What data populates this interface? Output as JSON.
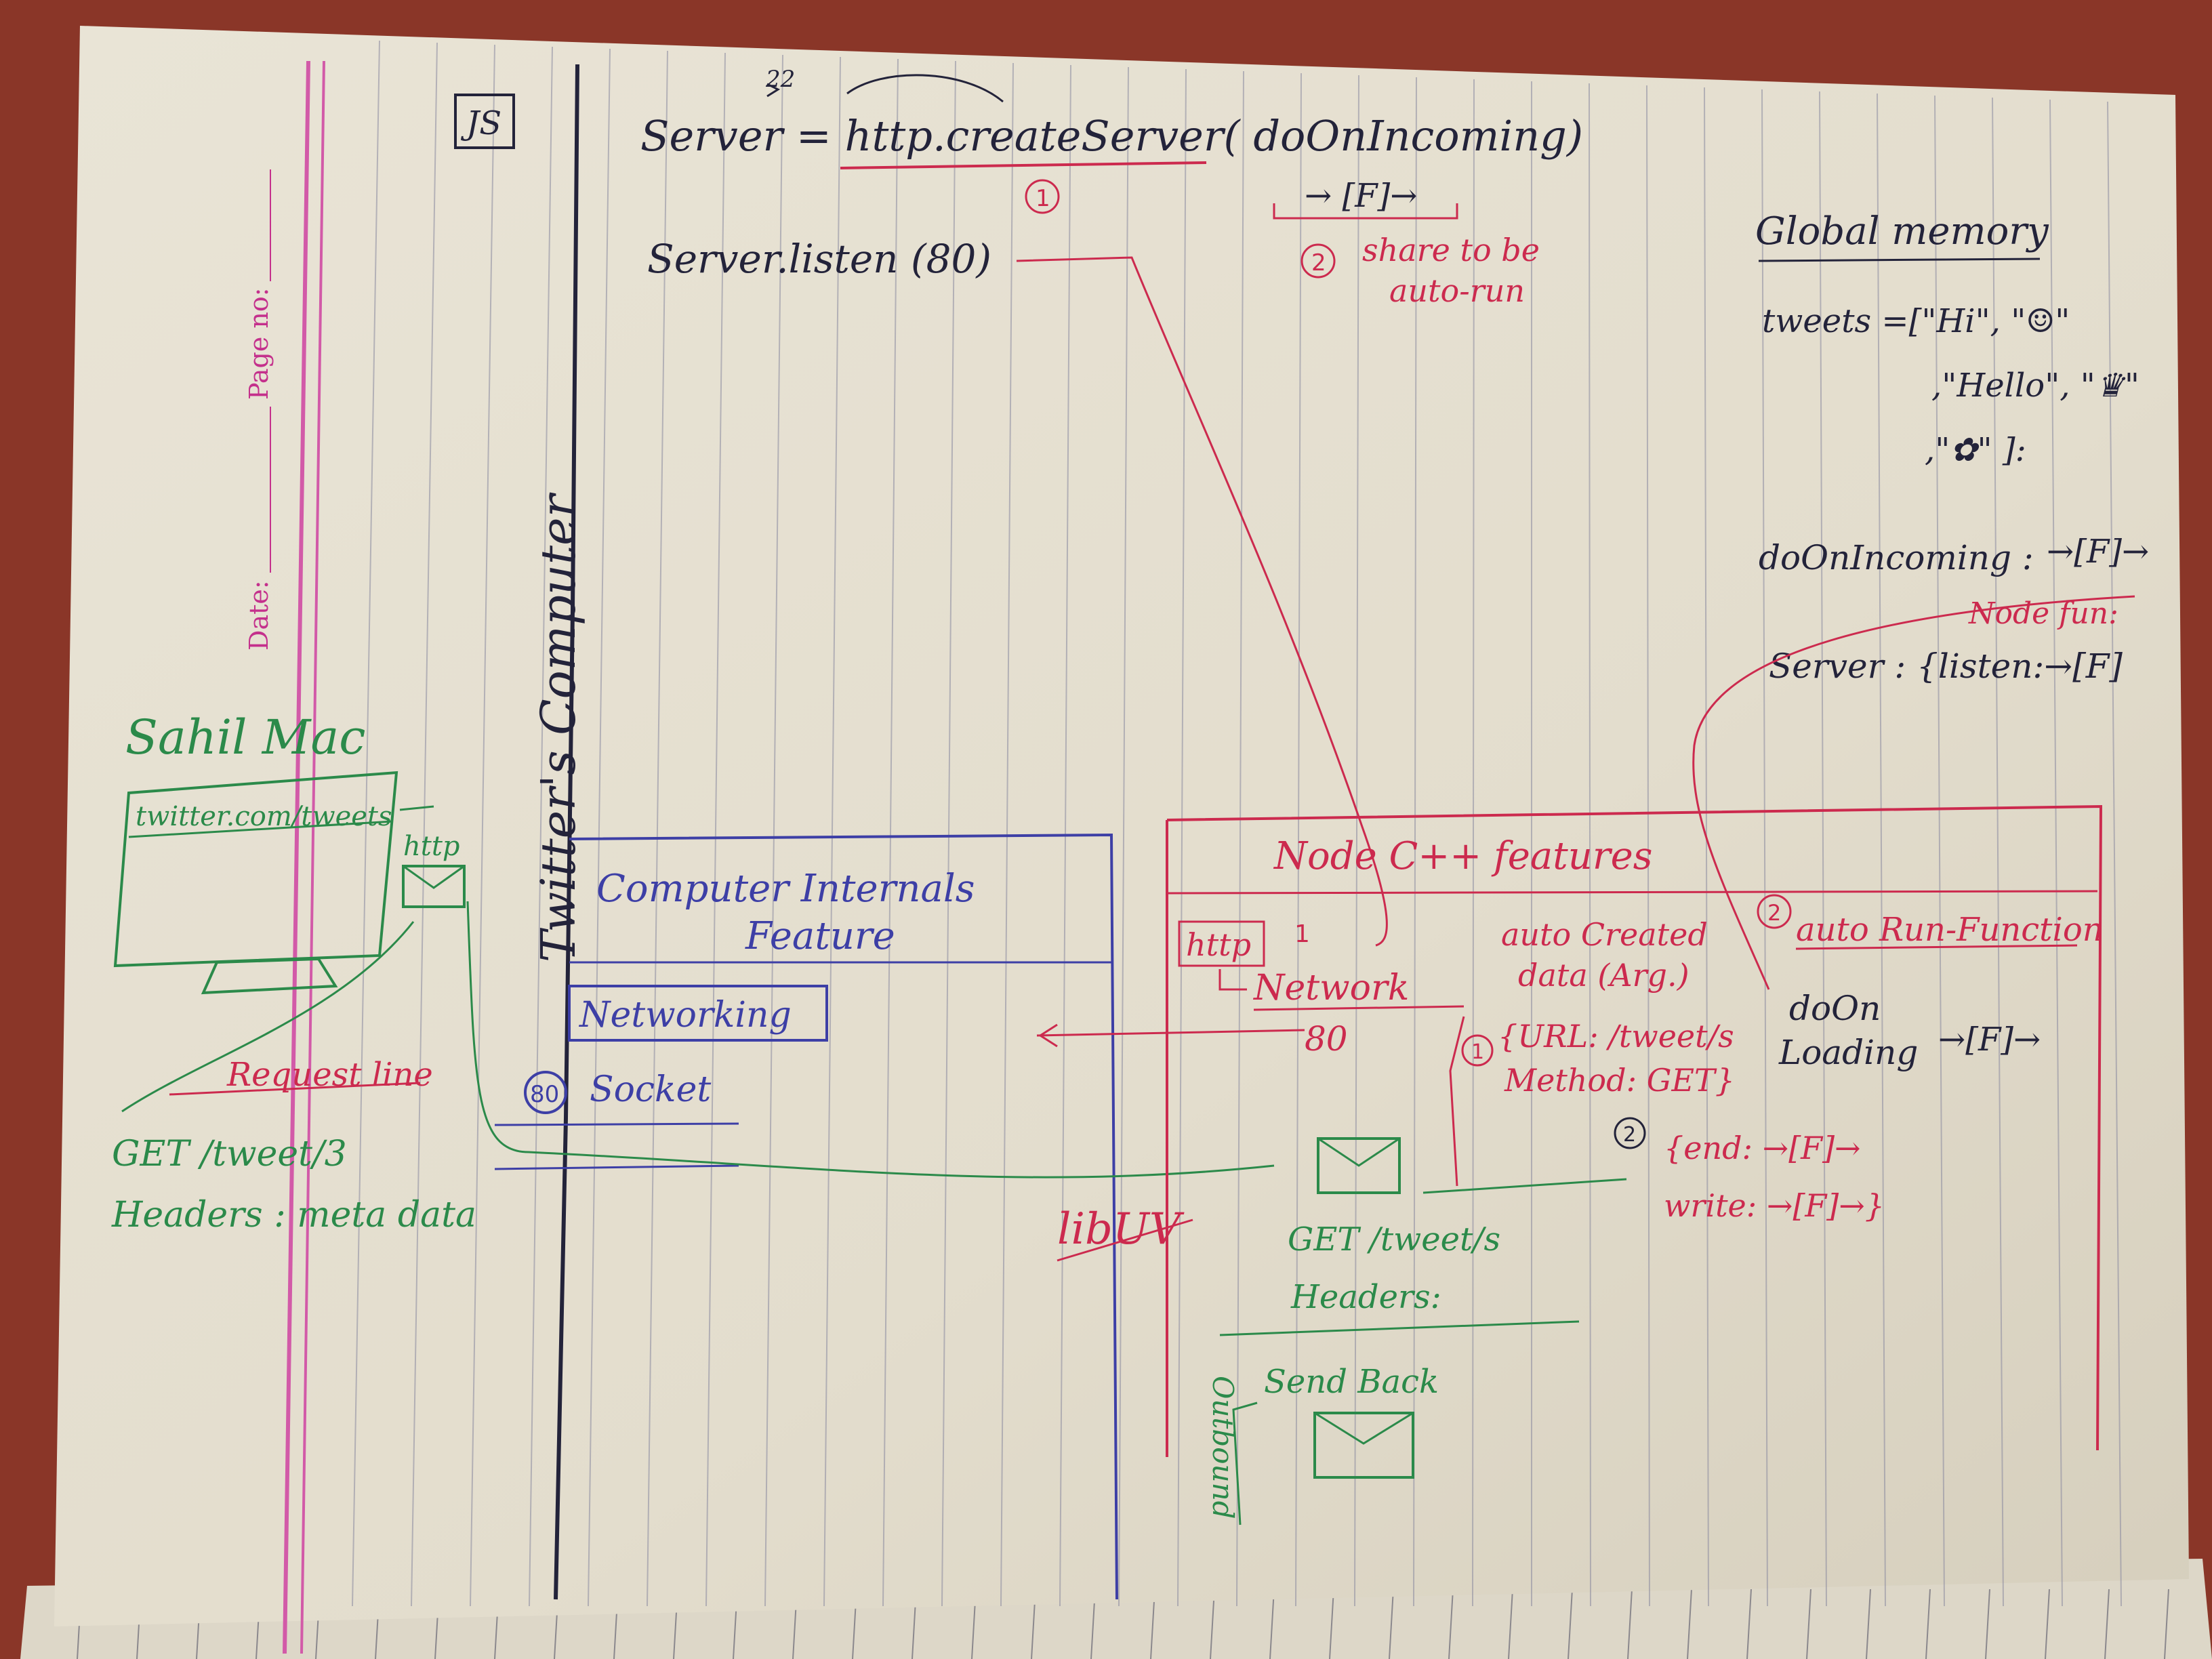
{
  "header": {
    "js_box": "JS",
    "date_label": "Date:",
    "page_label": "Page no:",
    "circle_one": "1",
    "circle_two": "2",
    "num_22": "22"
  },
  "code": {
    "line1": "Server = http.createServer( doOnIncoming)",
    "line2": "Server.listen (80)",
    "func_box": "→ [F]→",
    "note_share": "share to be",
    "note_autorun": "auto-run"
  },
  "global_memory": {
    "title": "Global memory",
    "tweets_line1": "tweets =[\"Hi\", \"☺\"",
    "tweets_line2": ",\"Hello\", \"♛\"",
    "tweets_line3": ",\"✿\"     ]:",
    "doonincoming": "doOnIncoming :",
    "func_glyph": "→[F]→",
    "node_fun": "Node fun:",
    "server_line": "Server : {listen:→[F]"
  },
  "client": {
    "title": "Sahil Mac",
    "url": "twitter.com/tweets",
    "http_label": "http",
    "request_line": "Request line",
    "get_line": "GET   /tweet/3",
    "headers_line": "Headers : meta data"
  },
  "twitter_computer": {
    "vertical_label": "Twitter's Computer"
  },
  "internals": {
    "title_line1": "Computer Internals",
    "title_line2": "Feature",
    "networking": "Networking",
    "port_circle": "80",
    "socket": "Socket",
    "libuv": "libUV"
  },
  "node_features": {
    "title": "Node C++ features",
    "http_box": "http",
    "network": "Network",
    "port": "80",
    "auto_created_1": "auto Created",
    "auto_created_2": "data (Arg.)",
    "url_line": "{URL: /tweet/s",
    "method_line": "Method: GET}",
    "auto_run": "auto Run-Function",
    "do_on_1": "doOn",
    "do_on_2": "Loading",
    "send_obj_1": "{end: →[F]→",
    "send_obj_2": "write: →[F]→}",
    "get_tweets": "GET  /tweet/s",
    "headers": "Headers:",
    "send_back": "Send Back",
    "outbound": "Outbound"
  }
}
